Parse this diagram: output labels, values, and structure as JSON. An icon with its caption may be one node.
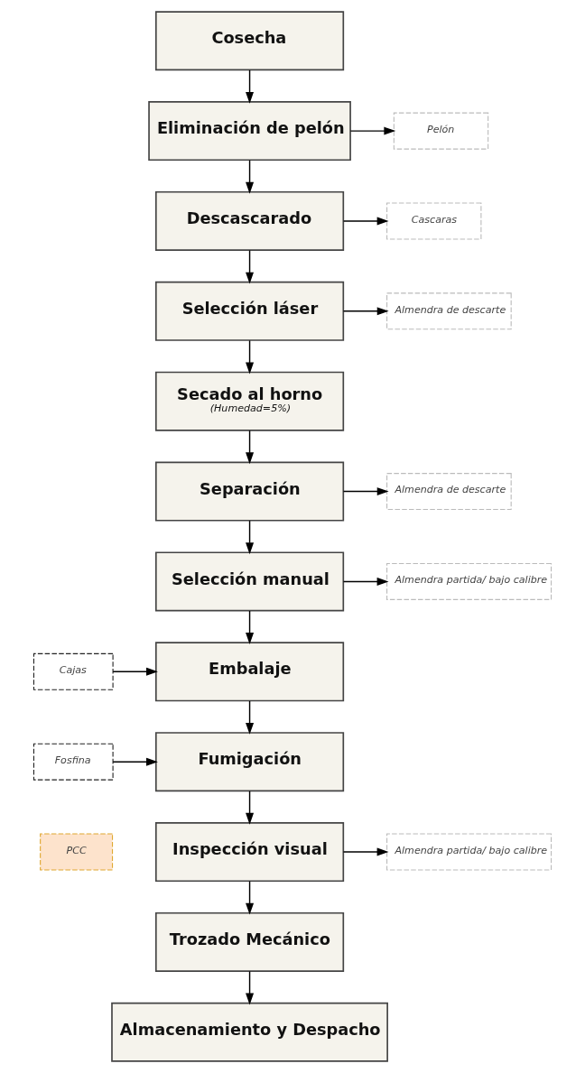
{
  "diagram": {
    "nodes": [
      {
        "text": [
          "Cosecha"
        ]
      },
      {
        "text": [
          "Eliminación de pelón"
        ]
      },
      {
        "text": [
          "Pelón"
        ]
      },
      {
        "text": [
          "Descascarado"
        ]
      },
      {
        "text": [
          "Cascaras"
        ]
      },
      {
        "text": [
          "Selección láser"
        ]
      },
      {
        "text": [
          "Almendra de descarte"
        ]
      },
      {
        "text": [
          "Secado al horno",
          "(Humedad=5%)"
        ]
      },
      {
        "text": [
          "Separación"
        ]
      },
      {
        "text": [
          "Almendra de descarte"
        ]
      },
      {
        "text": [
          "Selección manual"
        ]
      },
      {
        "text": [
          "Almendra partida/ bajo calibre"
        ]
      },
      {
        "text": [
          "Cajas"
        ]
      },
      {
        "text": [
          "Embalaje"
        ]
      },
      {
        "text": [
          "Fosfina"
        ]
      },
      {
        "text": [
          "Fumigación"
        ]
      },
      {
        "text": [
          "PCC"
        ]
      },
      {
        "text": [
          "Inspección visual"
        ]
      },
      {
        "text": [
          "Almendra partida/ bajo calibre"
        ]
      },
      {
        "text": [
          "Trozado Mecánico"
        ]
      },
      {
        "text": [
          "Almacenamiento y Despacho"
        ]
      }
    ],
    "edges": [
      {
        "from": 0,
        "to": 1,
        "arrow": "to"
      },
      {
        "from": 1,
        "to": 2,
        "arrow": "to"
      },
      {
        "from": 1,
        "to": 3,
        "arrow": "to"
      },
      {
        "from": 3,
        "to": 4,
        "arrow": "to"
      },
      {
        "from": 3,
        "to": 5,
        "arrow": "to"
      },
      {
        "from": 5,
        "to": 6,
        "arrow": "to"
      },
      {
        "from": 5,
        "to": 7,
        "arrow": "to"
      },
      {
        "from": 7,
        "to": 8,
        "arrow": "to"
      },
      {
        "from": 8,
        "to": 9,
        "arrow": "to"
      },
      {
        "from": 8,
        "to": 10,
        "arrow": "to"
      },
      {
        "from": 10,
        "to": 11,
        "arrow": "to"
      },
      {
        "from": 10,
        "to": 13,
        "arrow": "to"
      },
      {
        "from": 12,
        "to": 13,
        "arrow": "to"
      },
      {
        "from": 13,
        "to": 15,
        "arrow": "to"
      },
      {
        "from": 14,
        "to": 15,
        "arrow": "to"
      },
      {
        "from": 15,
        "to": 17,
        "arrow": "to"
      },
      {
        "from": 17,
        "to": 18,
        "arrow": "to"
      },
      {
        "from": 17,
        "to": 19,
        "arrow": "to"
      },
      {
        "from": 19,
        "to": 20,
        "arrow": "to"
      }
    ]
  }
}
